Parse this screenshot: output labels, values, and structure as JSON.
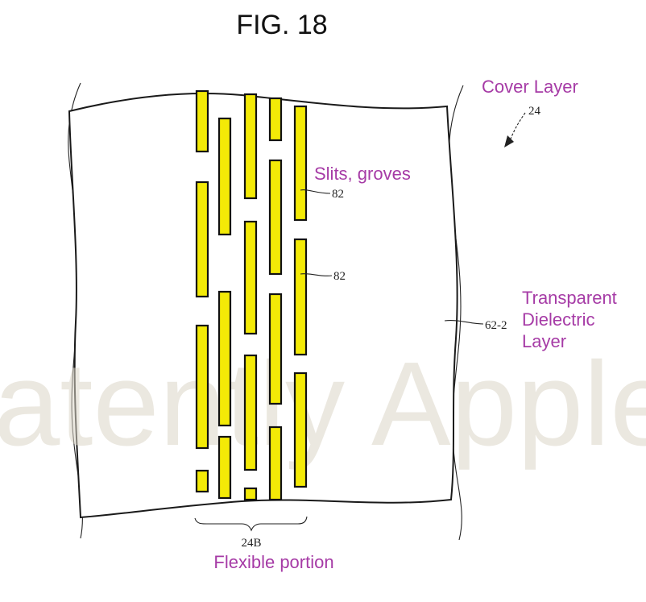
{
  "figure": {
    "title": "FIG. 18",
    "watermark": "atently Apple",
    "colors": {
      "slit_fill": "#f3ea07",
      "annotation": "#a63ba6",
      "outline": "#1a1a1a"
    }
  },
  "labels": {
    "cover_layer": "Cover Layer",
    "cover_ref": "24",
    "slits_label": "Slits, groves",
    "slit_ref_1": "82",
    "slit_ref_2": "82",
    "dielectric_line1": "Transparent",
    "dielectric_line2": "Dielectric",
    "dielectric_line3": "Layer",
    "dielectric_ref": "62-2",
    "portion_ref": "24B",
    "flexible_portion": "Flexible portion"
  }
}
